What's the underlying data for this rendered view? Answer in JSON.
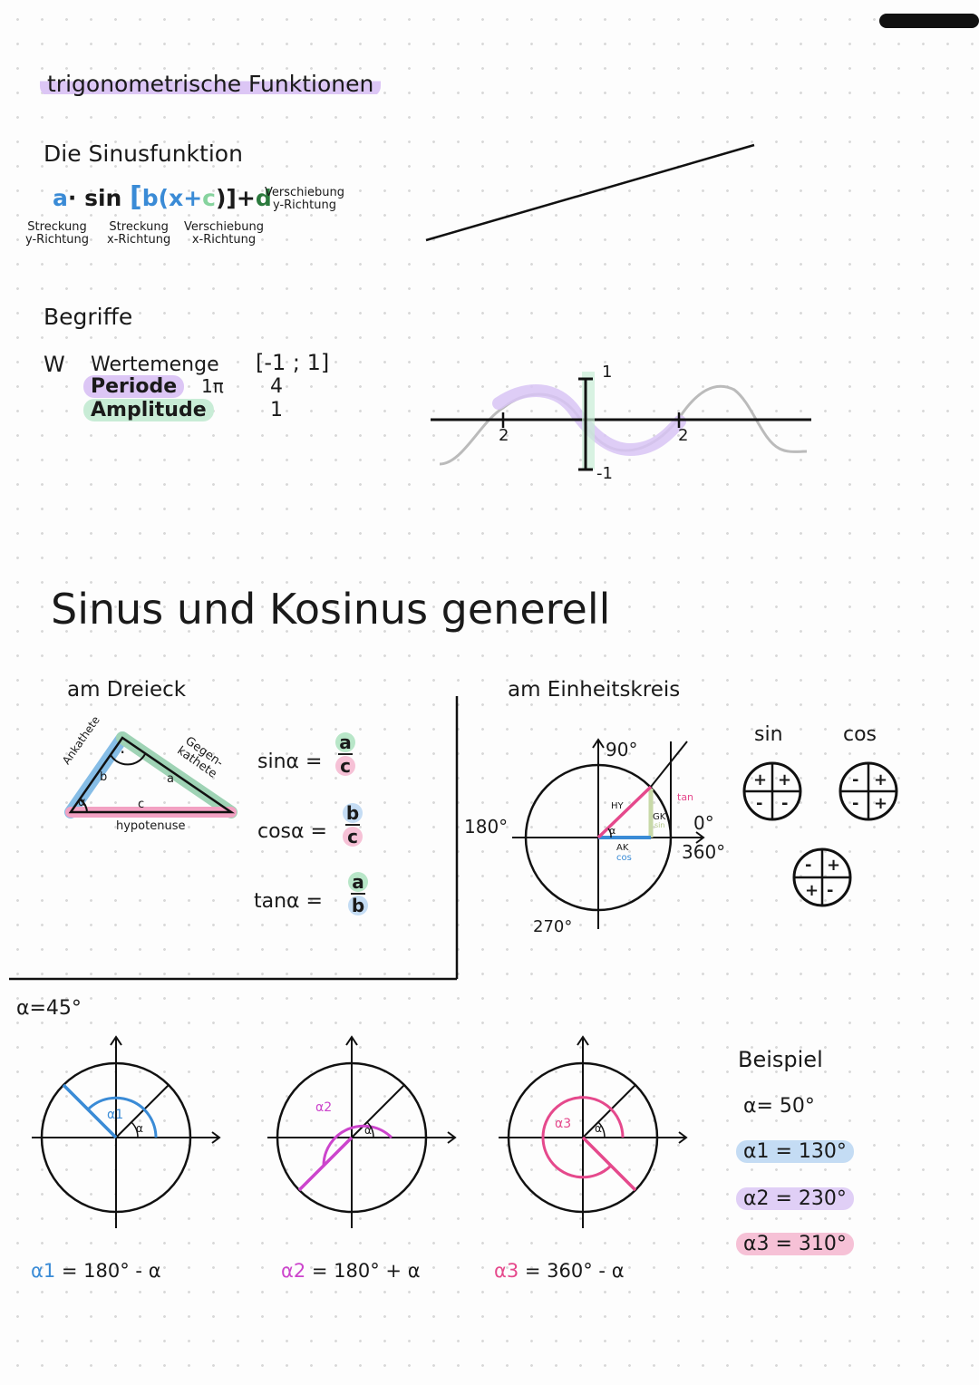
{
  "colors": {
    "purple": "#c9a8f0",
    "green": "#9fd3b5",
    "blue": "#86bde6",
    "pink": "#f2a1c2",
    "darkgreen": "#2b7a3d",
    "accent_blue": "#3a8bd6",
    "magenta": "#cc44cc",
    "hotpink": "#e5498c"
  },
  "header": {
    "title": "trigonometrische Funktionen",
    "subtitle": "Die Sinusfunktion"
  },
  "formula": {
    "a": "a",
    "dot_sin": "· sin",
    "bracket_open": "[",
    "b": "b",
    "x_plus": "(x+",
    "c": "c",
    "close": ")]",
    "plus": "+",
    "d": "d",
    "labels": {
      "a": "Streckung\ny-Richtung",
      "b": "Streckung\nx-Richtung",
      "c": "Verschiebung\nx-Richtung",
      "d": "Verschiebung\ny-Richtung"
    }
  },
  "begriffe": {
    "title": "Begriffe",
    "symbol": "W",
    "rows": [
      {
        "label": "Wertemenge",
        "value": "[-1 ; 1]"
      },
      {
        "label": "Periode",
        "mark": "1π",
        "value": "4"
      },
      {
        "label": "Amplitude",
        "value": "1"
      }
    ]
  },
  "graph": {
    "tick_left": "2",
    "tick_right": "2",
    "top": "1",
    "bottom": "-1"
  },
  "section2": {
    "title": "Sinus und Kosinus generell"
  },
  "dreieck": {
    "title": "am Dreieck",
    "ankathete": "Ankathete",
    "gegenkathete": "Gegen-\nkathete",
    "hypotenuse": "hypotenuse",
    "b": "b",
    "a": "a",
    "c": "c",
    "alpha": "α",
    "dot": "·"
  },
  "formeln": [
    {
      "label": "sinα =",
      "num": "a",
      "den": "c"
    },
    {
      "label": "cosα =",
      "num": "b",
      "den": "c"
    },
    {
      "label": "tanα =",
      "num": "a",
      "den": "b"
    }
  ],
  "einheitskreis": {
    "title": "am Einheitskreis",
    "deg90": "90°",
    "deg180": "180°",
    "deg0": "0°",
    "deg360": "360°",
    "deg270": "270°",
    "hy": "HY",
    "gk": "GK",
    "sin": "sin",
    "tan": "tan",
    "ak": "AK",
    "cos": "cos",
    "alpha": "α"
  },
  "signs": {
    "sin_label": "sin",
    "cos_label": "cos",
    "sin": [
      "+",
      "+",
      "-",
      "-"
    ],
    "cos": [
      "-",
      "+",
      "-",
      "+"
    ],
    "tan": [
      "-",
      "+",
      "+",
      "-"
    ]
  },
  "beispiel_circles": {
    "alpha_label": "α=45°",
    "items": [
      {
        "label": "α1",
        "formula_lhs": "α1",
        "formula_rhs": "= 180° - α",
        "alpha": "α"
      },
      {
        "label": "α2",
        "formula_lhs": "α2",
        "formula_rhs": "= 180° + α",
        "alpha": "α"
      },
      {
        "label": "α3",
        "formula_lhs": "α3",
        "formula_rhs": "= 360° - α",
        "alpha": "α"
      }
    ]
  },
  "beispiel": {
    "title": "Beispiel",
    "alpha": "α= 50°",
    "a1": "α1 = 130°",
    "a2": "α2 = 230°",
    "a3": "α3 = 310°"
  }
}
